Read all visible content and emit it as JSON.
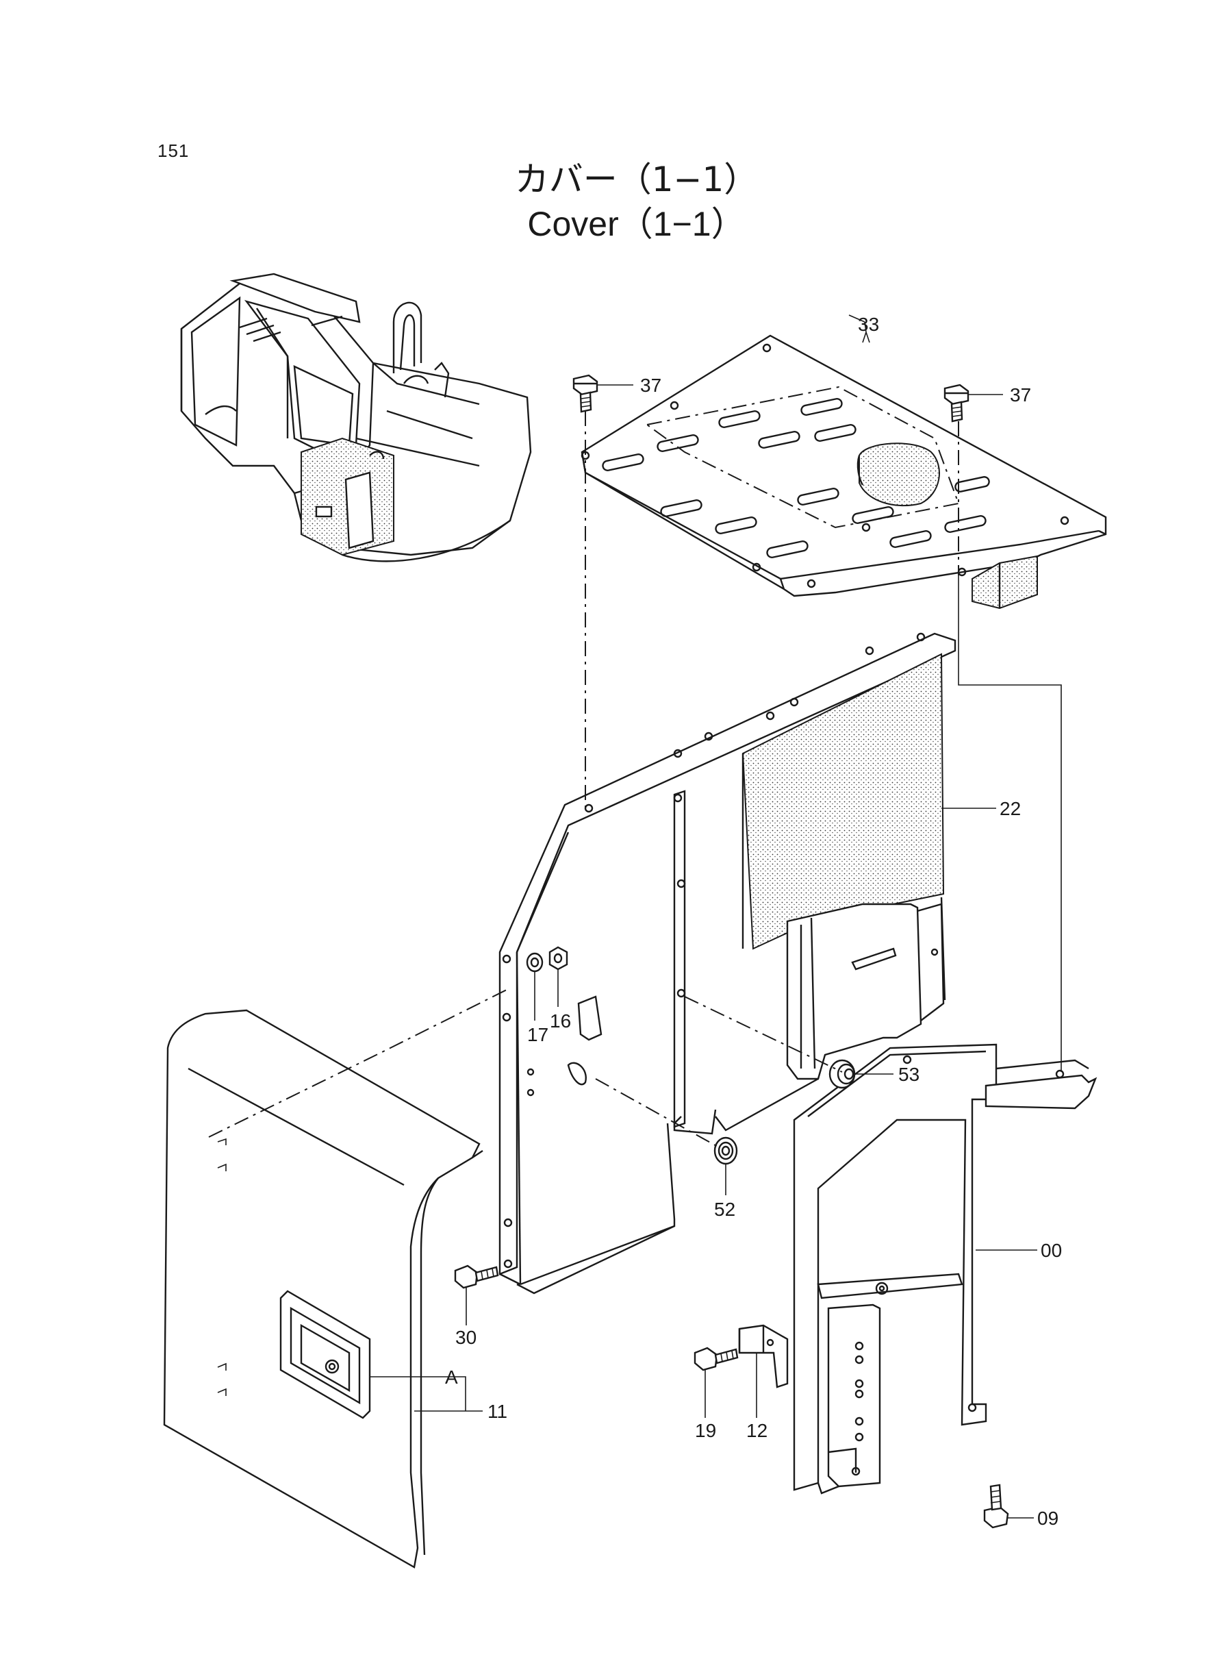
{
  "page": {
    "number": "151"
  },
  "title": {
    "jp": "カバー（1−1）",
    "en": "Cover（1−1）"
  },
  "parts": {
    "p33": "33",
    "p37a": "37",
    "p37b": "37",
    "p22": "22",
    "p17": "17",
    "p16": "16",
    "p53": "53",
    "p52": "52",
    "p00": "00",
    "p30": "30",
    "p19": "19",
    "p12": "12",
    "pA": "A",
    "p11": "11",
    "p09": "09"
  }
}
